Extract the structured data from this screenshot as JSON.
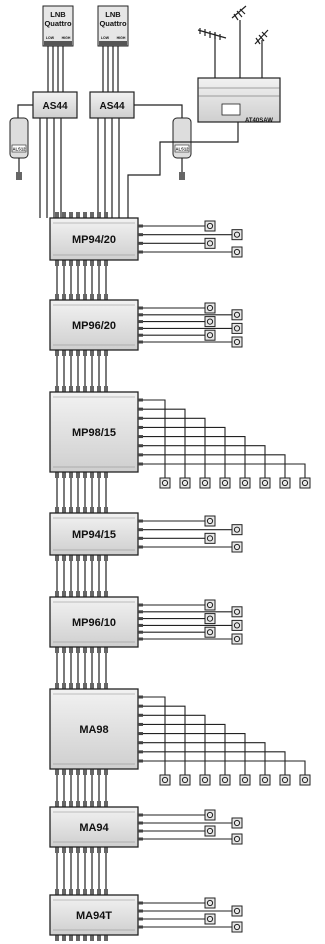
{
  "lnb": [
    {
      "line1": "LNB",
      "line2": "Quattro",
      "low": "LOW",
      "high": "HIGH"
    },
    {
      "line1": "LNB",
      "line2": "Quattro",
      "low": "LOW",
      "high": "HIGH"
    }
  ],
  "switches": [
    "AS44",
    "AS44"
  ],
  "als": [
    "ALS12",
    "ALS12"
  ],
  "amp": "AT40SAW",
  "modules": [
    {
      "label": "MP94/20",
      "outputs": 4
    },
    {
      "label": "MP96/20",
      "outputs": 6
    },
    {
      "label": "MP98/15",
      "outputs": 8
    },
    {
      "label": "MP94/15",
      "outputs": 4
    },
    {
      "label": "MP96/10",
      "outputs": 6
    },
    {
      "label": "MA98",
      "outputs": 8
    },
    {
      "label": "MA94",
      "outputs": 4
    },
    {
      "label": "MA94T",
      "outputs": 4
    }
  ]
}
